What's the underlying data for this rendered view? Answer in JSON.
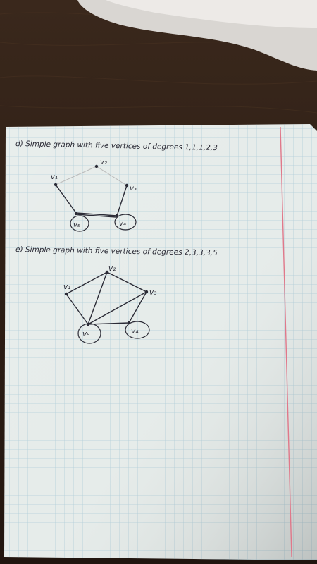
{
  "notebook": {
    "problem_d": {
      "heading": "d) Simple graph with five vertices of degrees 1,1,1,2,3",
      "vertex_labels": {
        "v1": "v₁",
        "v2": "v₂",
        "v3": "v₃",
        "v4": "v₄",
        "v5": "v₅"
      }
    },
    "problem_e": {
      "heading": "e) Simple graph with five vertices of degrees 2,3,3,3,5",
      "vertex_labels": {
        "v1": "v₁",
        "v2": "v₂",
        "v3": "v₃",
        "v4": "v₄",
        "v5": "v₅"
      }
    }
  },
  "colors": {
    "table_wood": "#2a1c14",
    "paper": "#e6ecea",
    "grid_line": "#9dc3d2",
    "margin_line": "#e0788a",
    "ink": "#2b2b36",
    "pencil": "#b9b9b9"
  }
}
